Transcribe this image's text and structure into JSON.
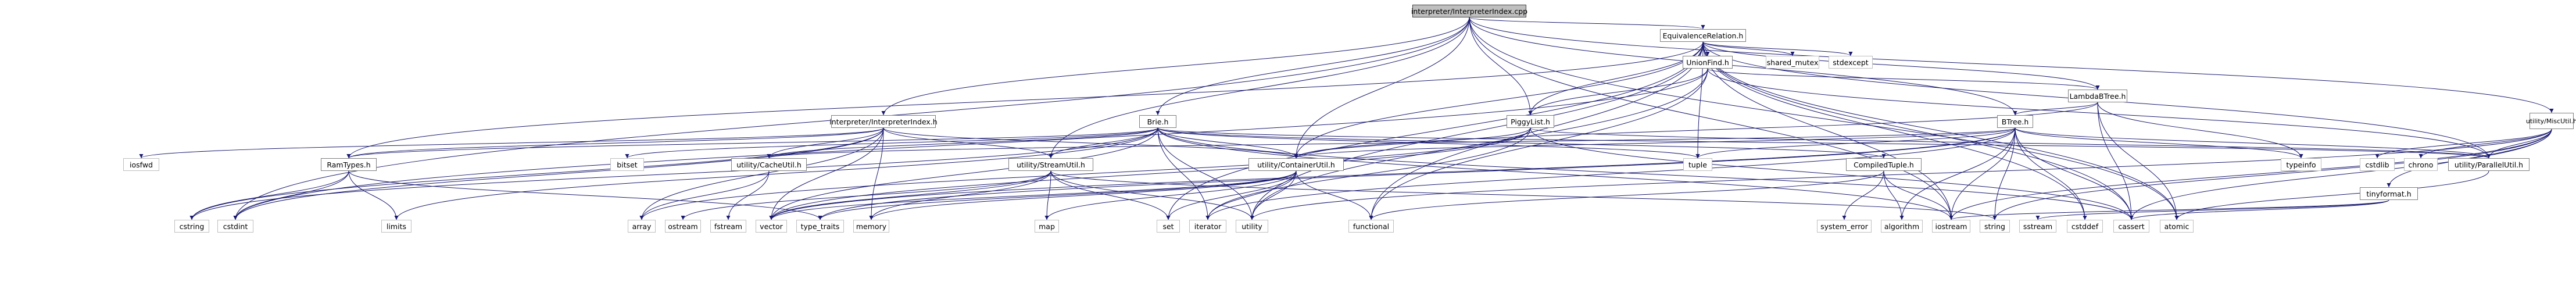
{
  "nodes": {
    "root": "interpreter/InterpreterIndex.cpp",
    "equiv": "EquivalenceRelation.h",
    "unionfind": "UnionFind.h",
    "lambdabtree": "LambdaBTree.h",
    "interpindex": "interpreter/InterpreterIndex.h",
    "brie": "Brie.h",
    "piggylist": "PiggyList.h",
    "btree": "BTree.h",
    "miscutil": "utility/MiscUtil.h",
    "ramtypes": "RamTypes.h",
    "cacheutil": "utility/CacheUtil.h",
    "streamutil": "utility/StreamUtil.h",
    "containerutil": "utility/ContainerUtil.h",
    "compiledtuple": "CompiledTuple.h",
    "tinyformat": "tinyformat.h",
    "parallelutil": "utility/ParallelUtil.h",
    "shared_mutex": "shared_mutex",
    "stdexcept": "stdexcept",
    "iosfwd": "iosfwd",
    "bitset": "bitset",
    "tuple": "tuple",
    "typeinfo": "typeinfo",
    "cstdlib": "cstdlib",
    "chrono": "chrono",
    "cstring": "cstring",
    "cstdint": "cstdint",
    "limits": "limits",
    "array": "array",
    "ostream": "ostream",
    "fstream": "fstream",
    "vector": "vector",
    "type_traits": "type_traits",
    "memory": "memory",
    "map": "map",
    "set": "set",
    "iterator": "iterator",
    "utility": "utility",
    "functional": "functional",
    "system_error": "system_error",
    "algorithm": "algorithm",
    "iostream": "iostream",
    "string": "string",
    "sstream": "sstream",
    "cstddef": "cstddef",
    "cassert": "cassert",
    "atomic": "atomic"
  },
  "colors": {
    "edge": "#191970",
    "root_fill": "#bfbfbf",
    "node_border": "#7f7f7f",
    "system_border": "#bfbfbf"
  }
}
